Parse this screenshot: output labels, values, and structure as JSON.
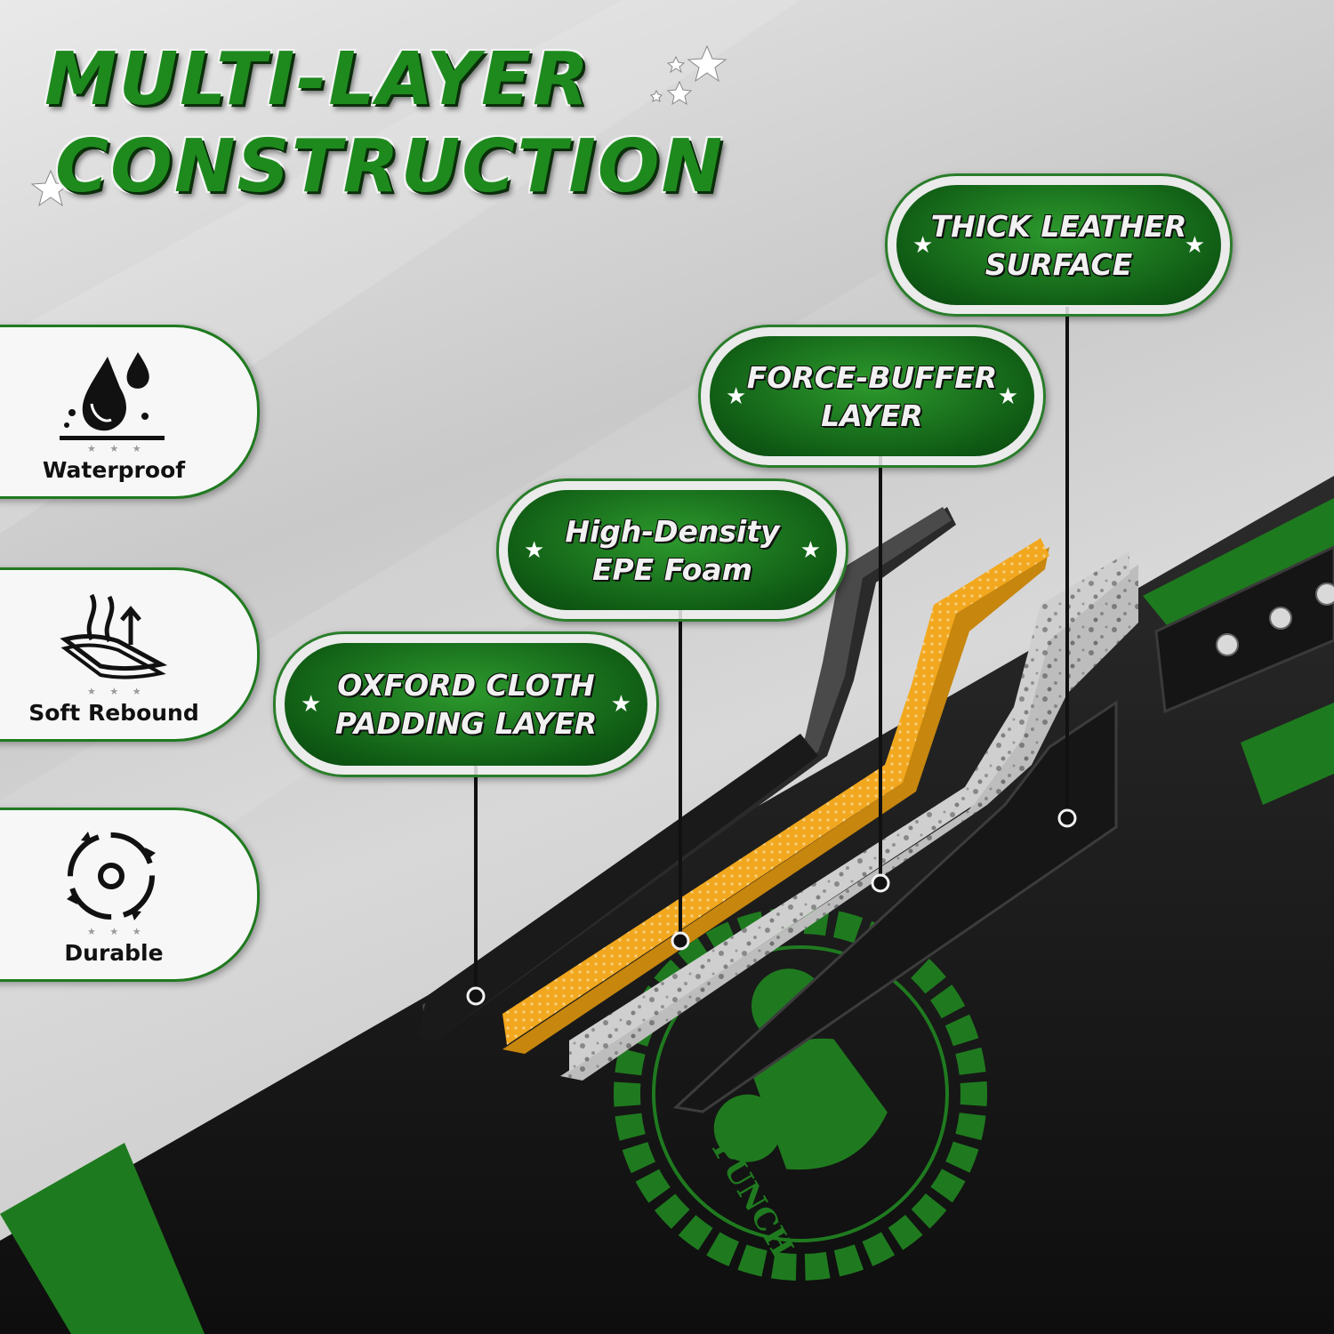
{
  "header": {
    "line1": "MULTI-LAYER",
    "line2": "CONSTRUCTION"
  },
  "features": [
    {
      "label": "Waterproof",
      "icon": "water-drops-icon",
      "stars": "★ ★ ★"
    },
    {
      "label": "Soft Rebound",
      "icon": "soft-rebound-icon",
      "stars": "★ ★ ★"
    },
    {
      "label": "Durable",
      "icon": "durable-cycle-icon",
      "stars": "★ ★ ★"
    }
  ],
  "callouts": {
    "leather": {
      "line1": "THICK LEATHER",
      "line2": "SURFACE"
    },
    "buffer": {
      "line1": "FORCE-BUFFER",
      "line2": "LAYER"
    },
    "foam": {
      "line1": "High-Density",
      "line2": "EPE Foam"
    },
    "oxford": {
      "line1": "OXFORD CLOTH",
      "line2": "PADDING LAYER"
    }
  },
  "logo": {
    "text": "PUNCH"
  },
  "colors": {
    "brand_green": "#1e8a1e",
    "dark_green": "#0f5a14",
    "foam_orange": "#f2a81e",
    "leather_black": "#1c1c1c"
  }
}
